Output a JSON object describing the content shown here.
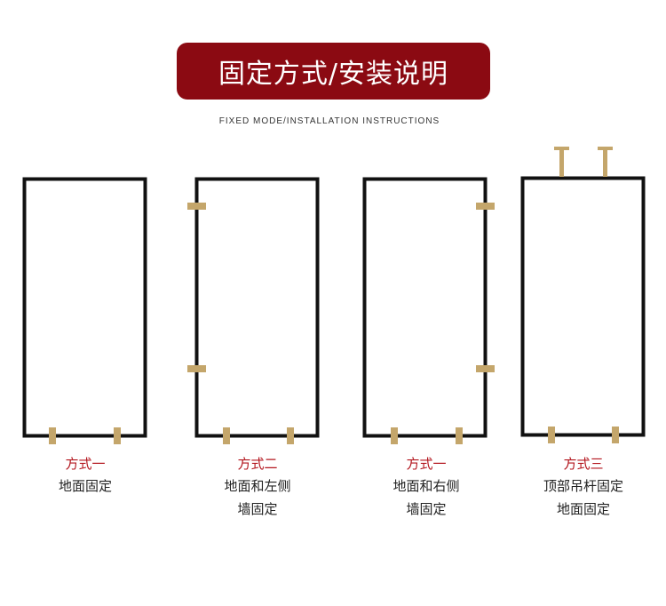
{
  "header": {
    "title": "固定方式/安装说明",
    "subtitle": "FIXED MODE/INSTALLATION INSTRUCTIONS"
  },
  "colors": {
    "banner": "#8b0a12",
    "frame": "#111111",
    "bracket": "#c4a66b",
    "method_label": "#b3161e"
  },
  "methods": [
    {
      "label": "方式一",
      "line1": "地面固定",
      "line2": ""
    },
    {
      "label": "方式二",
      "line1": "地面和左侧",
      "line2": "墙固定"
    },
    {
      "label": "方式一",
      "line1": "地面和右侧",
      "line2": "墙固定"
    },
    {
      "label": "方式三",
      "line1": "顶部吊杆固定",
      "line2": "地面固定"
    }
  ]
}
